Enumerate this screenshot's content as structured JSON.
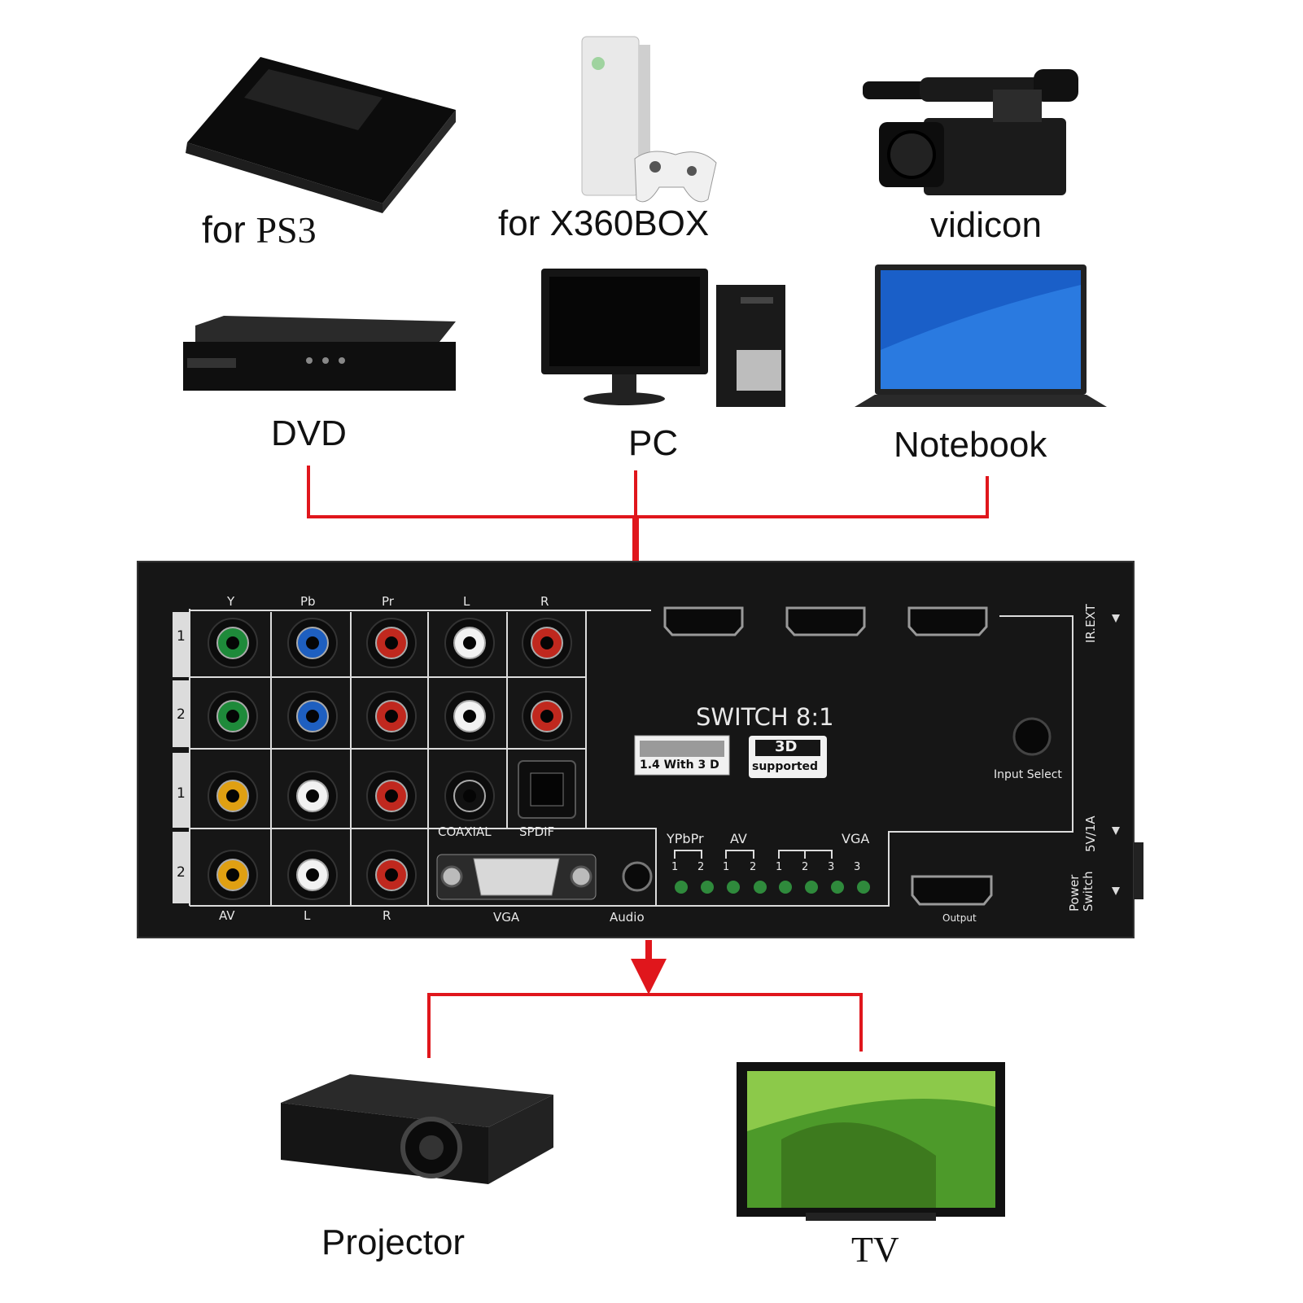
{
  "sources": {
    "ps3": {
      "label_prefix": "for ",
      "label_main": "PS3"
    },
    "x360": "for X360BOX",
    "vidicon": "vidicon",
    "dvd": "DVD",
    "pc": "PC",
    "notebook": "Notebook"
  },
  "outputs": {
    "projector": "Projector",
    "tv": "TV"
  },
  "device": {
    "component_headers": [
      "Y",
      "Pb",
      "Pr",
      "L",
      "R"
    ],
    "row_numbers": [
      "1",
      "2",
      "1",
      "2"
    ],
    "bottom_labels": {
      "av": "AV",
      "l": "L",
      "r": "R",
      "vga": "VGA",
      "audio": "Audio"
    },
    "coaxial": "COAXIAL",
    "spdif": "SPDIF",
    "switch_title": "SWITCH 8:1",
    "badge_hdmi": "1.4 With 3 D",
    "badge_3d_top": "3D",
    "badge_3d_bottom": "supported",
    "input_select": "Input Select",
    "ir_ext": "IR.EXT",
    "power_spec": "5V/1A",
    "power_switch_line1": "Power",
    "power_switch_line2": "Switch",
    "output": "Output",
    "led_groups": {
      "ypbpr": "YPbPr",
      "av": "AV",
      "vga": "VGA"
    },
    "led_numbers": [
      "1",
      "2",
      "1",
      "2",
      "1",
      "2",
      "3",
      "3"
    ]
  },
  "colors": {
    "arrow": "#e0161c",
    "panel": "#161616",
    "panel_line": "#dcdcdc"
  }
}
